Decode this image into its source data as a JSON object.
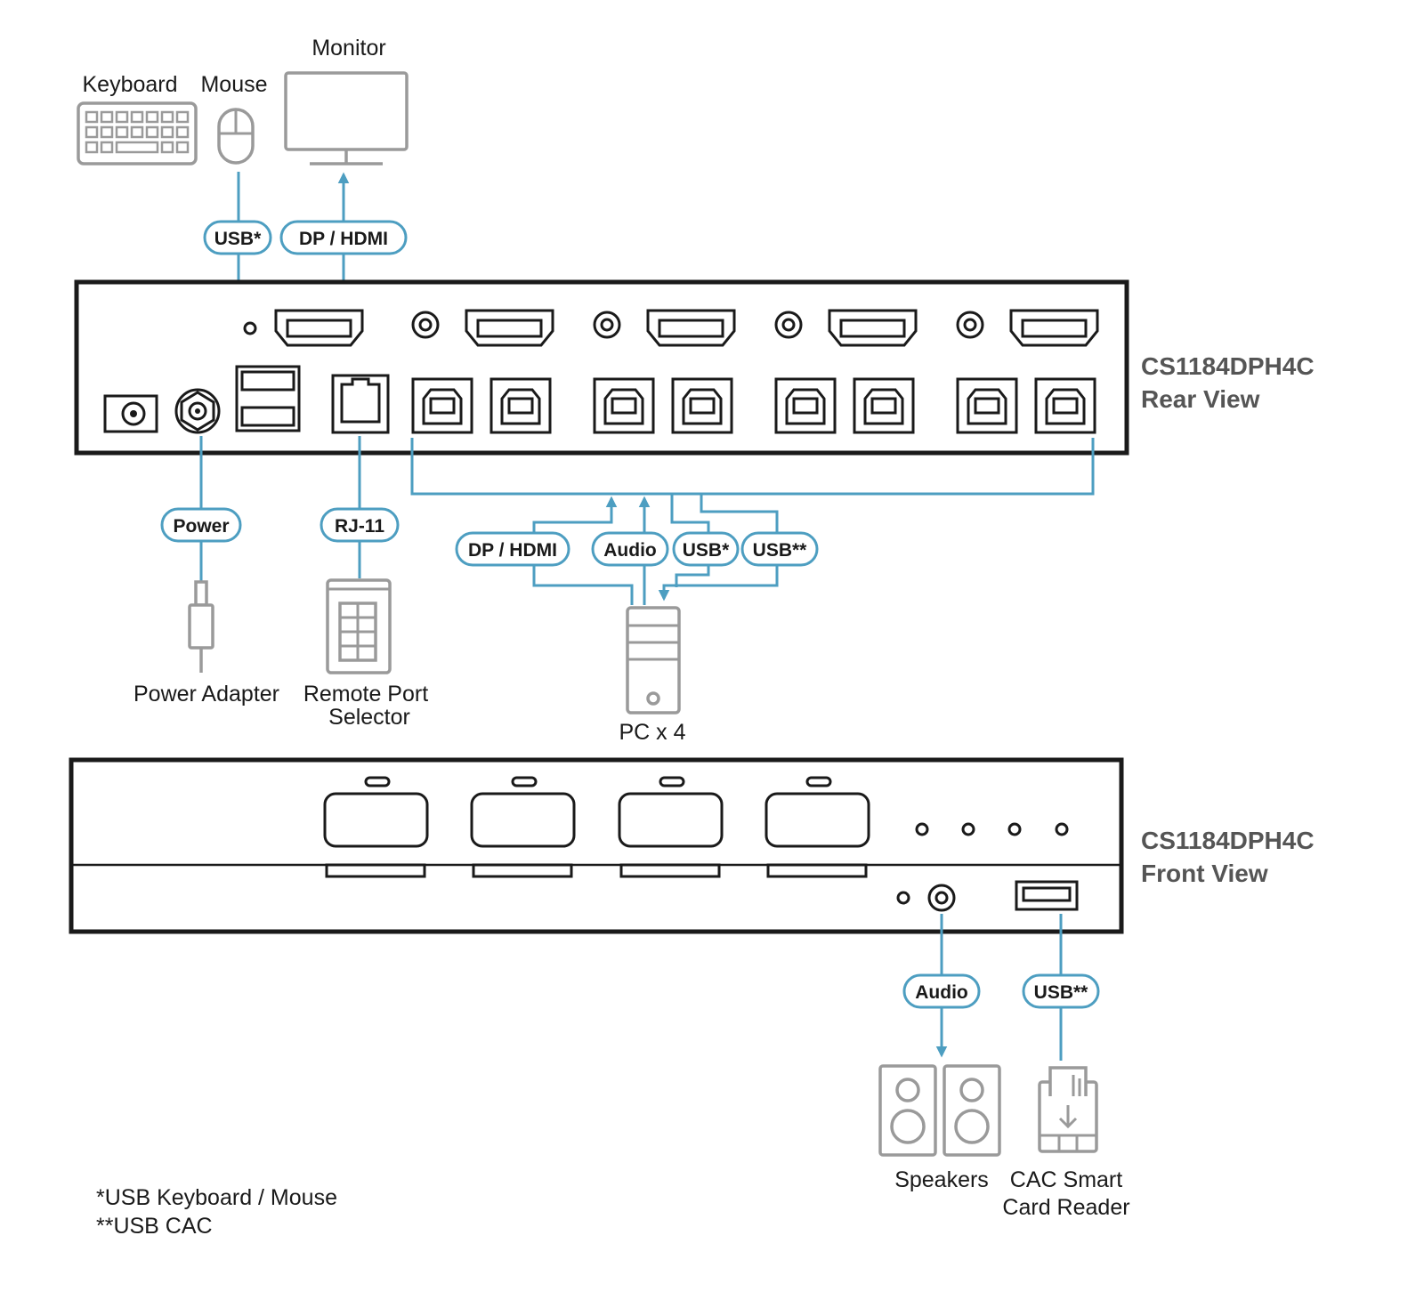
{
  "colors": {
    "connector": "#4d9ec1",
    "device_outline": "#9a9a9a",
    "panel_outline": "#1a1a1a",
    "view_title": "#555555"
  },
  "devices": {
    "keyboard": "Keyboard",
    "mouse": "Mouse",
    "monitor": "Monitor",
    "power_adapter": "Power Adapter",
    "remote_port_selector": [
      "Remote Port",
      "Selector"
    ],
    "pc": "PC x 4",
    "speakers": "Speakers",
    "cac_reader": [
      "CAC Smart",
      "Card Reader"
    ]
  },
  "connections": {
    "usb_keyboard_mouse": "USB*",
    "dp_hdmi_monitor": "DP / HDMI",
    "power": "Power",
    "rj11": "RJ-11",
    "pc_dp_hdmi": "DP / HDMI",
    "pc_audio": "Audio",
    "pc_usb": "USB*",
    "pc_usb_cac": "USB**",
    "front_audio": "Audio",
    "front_usb_cac": "USB**"
  },
  "rear_view": {
    "model": "CS1184DPH4C",
    "view": "Rear View"
  },
  "front_view": {
    "model": "CS1184DPH4C",
    "view": "Front View"
  },
  "footnotes": [
    "*USB Keyboard / Mouse",
    "**USB CAC"
  ]
}
